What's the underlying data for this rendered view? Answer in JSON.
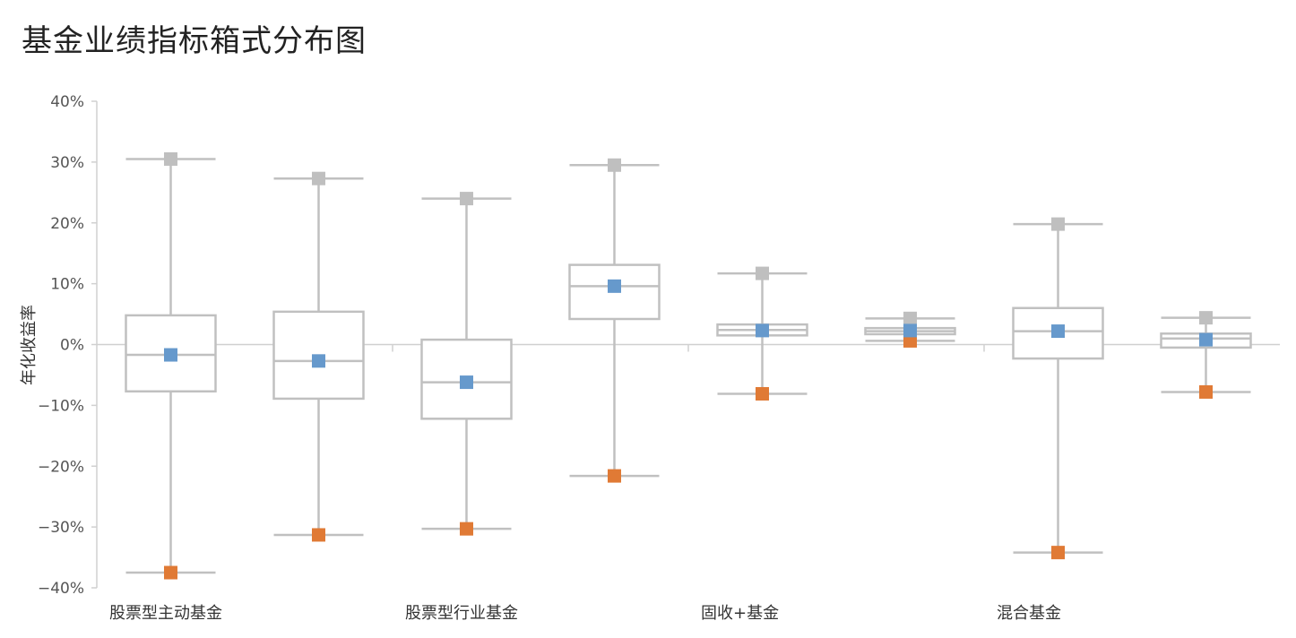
{
  "title": "基金业绩指标箱式分布图",
  "chart_data": {
    "type": "box",
    "title": "基金业绩指标箱式分布图",
    "ylabel": "年化收益率",
    "ylim": [
      -40,
      40
    ],
    "yticks": [
      "40%",
      "30%",
      "20%",
      "10%",
      "0%",
      "−10%",
      "−20%",
      "−30%",
      "−40%"
    ],
    "ytick_values": [
      40,
      30,
      20,
      10,
      0,
      -10,
      -20,
      -30,
      -40
    ],
    "categories": [
      "股票型主动基金",
      "股票型行业基金",
      "固收+基金",
      "混合基金"
    ],
    "colors": {
      "box": "#c0c0c0",
      "max_marker": "#bfbfbf",
      "mean_marker": "#6699cc",
      "min_marker": "#e07a35"
    },
    "boxes": [
      {
        "category": "股票型主动基金",
        "max": 30.5,
        "q3": 4.8,
        "median": -1.7,
        "q1": -7.7,
        "min": -37.5,
        "mean": -1.7
      },
      {
        "category": "股票型主动基金",
        "max": 27.3,
        "q3": 5.4,
        "median": -2.7,
        "q1": -8.9,
        "min": -31.3,
        "mean": -2.7
      },
      {
        "category": "股票型行业基金",
        "max": 24.0,
        "q3": 0.8,
        "median": -6.2,
        "q1": -12.2,
        "min": -30.3,
        "mean": -6.2
      },
      {
        "category": "股票型行业基金",
        "max": 29.5,
        "q3": 13.1,
        "median": 9.6,
        "q1": 4.2,
        "min": -21.6,
        "mean": 9.6
      },
      {
        "category": "固收+基金",
        "max": 11.7,
        "q3": 3.3,
        "median": 2.4,
        "q1": 1.5,
        "min": -8.1,
        "mean": 2.3
      },
      {
        "category": "固收+基金",
        "max": 4.3,
        "q3": 2.7,
        "median": 2.2,
        "q1": 1.7,
        "min": 0.6,
        "mean": 2.3
      },
      {
        "category": "混合基金",
        "max": 19.8,
        "q3": 6.0,
        "median": 2.2,
        "q1": -2.3,
        "min": -34.2,
        "mean": 2.2
      },
      {
        "category": "混合基金",
        "max": 4.4,
        "q3": 1.8,
        "median": 1.0,
        "q1": -0.5,
        "min": -7.8,
        "mean": 0.8
      }
    ]
  }
}
